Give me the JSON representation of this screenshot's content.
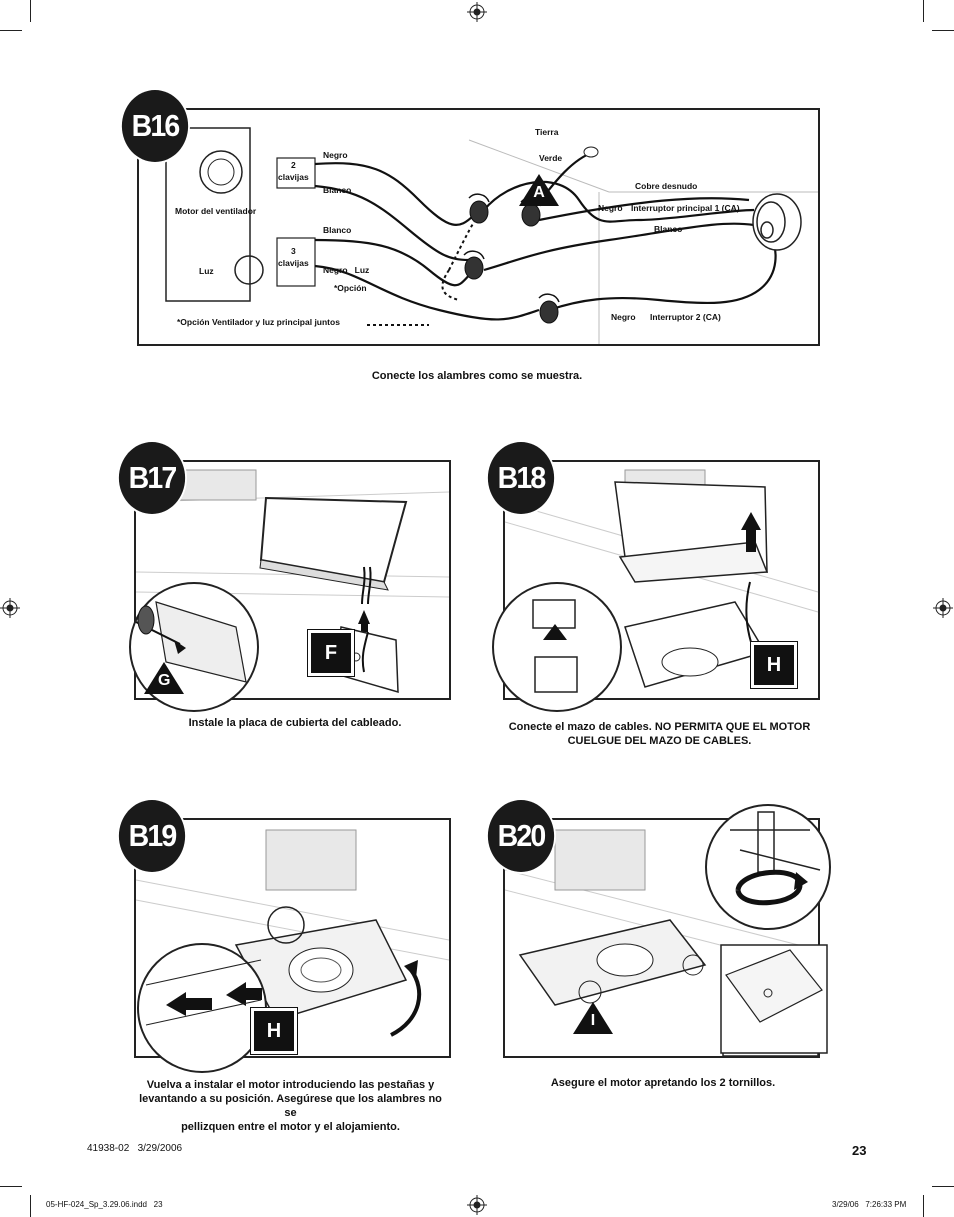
{
  "b16": {
    "badge": "B16",
    "motor_label": "Motor del ventilador",
    "light_label": "Luz",
    "pin2_num": "2",
    "pin2_text": "clavijas",
    "pin3_num": "3",
    "pin3_text": "clavijas",
    "negro1": "Negro",
    "blanco1": "Blanco",
    "blanco2": "Blanco",
    "negro_luz": "Negro   Luz",
    "opcion": "*Opción",
    "opcion_note": "*Opción Ventilador y luz principal juntos",
    "tierra": "Tierra",
    "verde": "Verde",
    "connector_a": "A",
    "cobre": "Cobre desnudo",
    "negro_int1": "Negro",
    "int1": "Interruptor principal 1 (CA)",
    "blanco3": "Blanco",
    "negro_int2": "Negro",
    "int2": "Interruptor 2 (CA)",
    "caption": "Conecte los alambres como se muestra."
  },
  "b17": {
    "badge": "B17",
    "marker_f": "F",
    "marker_g": "G",
    "caption": "Instale la placa de cubierta del cableado."
  },
  "b18": {
    "badge": "B18",
    "marker_h": "H",
    "caption_line1": "Conecte el mazo de cables. NO PERMITA QUE EL MOTOR",
    "caption_line2": "CUELGUE DEL MAZO DE CABLES."
  },
  "b19": {
    "badge": "B19",
    "marker_h": "H",
    "caption_line1": "Vuelva a instalar el motor introduciendo las pestañas y",
    "caption_line2": "levantando a su posición. Asegúrese que los alambres no se",
    "caption_line3": "pellizquen entre el motor y el alojamiento."
  },
  "b20": {
    "badge": "B20",
    "marker_i": "I",
    "caption": "Asegure el motor apretando los 2 tornillos."
  },
  "footer": {
    "doc_id": "41938-02   3/29/2006",
    "page_number": "23",
    "file_name": "05-HF-024_Sp_3.29.06.indd   23",
    "timestamp": "3/29/06   7:26:33 PM"
  }
}
